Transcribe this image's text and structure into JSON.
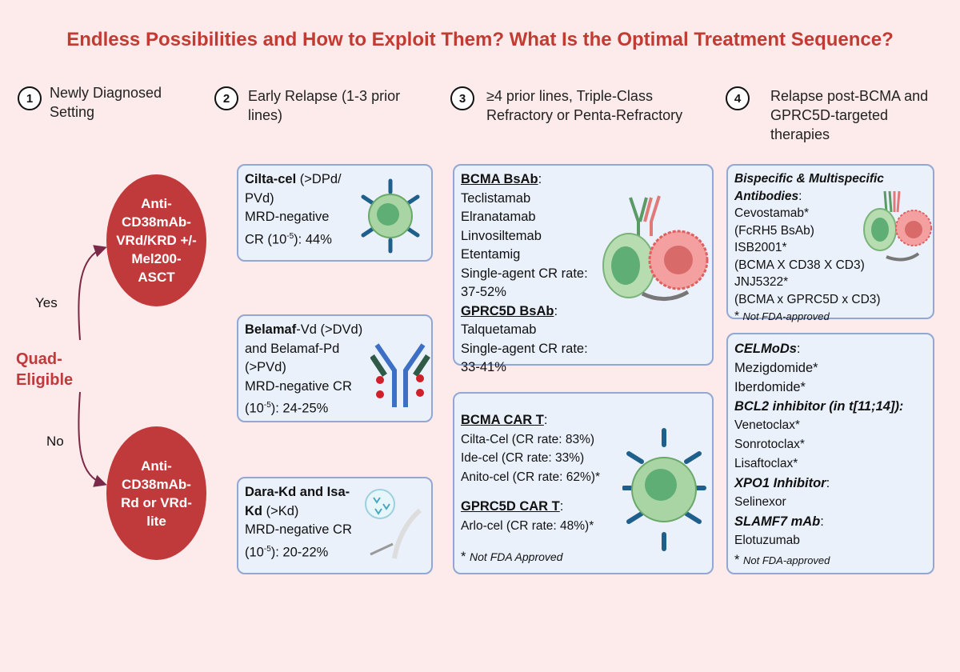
{
  "title": "Endless Possibilities and How to Exploit Them? What Is the Optimal Treatment Sequence?",
  "steps": [
    {
      "num": "1",
      "label": "Newly Diagnosed Setting"
    },
    {
      "num": "2",
      "label": "Early Relapse (1-3 prior lines)"
    },
    {
      "num": "3",
      "label": "≥4 prior lines, Triple-Class Refractory or Penta-Refractory"
    },
    {
      "num": "4",
      "label": "Relapse post-BCMA and GPRC5D-targeted therapies"
    }
  ],
  "decision": {
    "label": "Quad-Eligible",
    "yes": "Yes",
    "no": "No",
    "yes_regimen": "Anti-CD38mAb-VRd/KRD +/- Mel200-ASCT",
    "no_regimen": "Anti-CD38mAb-Rd or VRd-lite"
  },
  "early_relapse": [
    {
      "bold": "Cilta-cel",
      "rest": " (>DPd/ PVd)",
      "line2": "MRD-negative CR (10",
      "sup": "-5",
      "tail": "): 44%"
    },
    {
      "bold": "Belamaf",
      "rest": "-Vd (>DVd) and Belamaf-Pd (>PVd)",
      "line2": "MRD-negative CR (10",
      "sup": "-5",
      "tail": "): 24-25%"
    },
    {
      "bold": "Dara-Kd and Isa-Kd",
      "rest": " (>Kd)",
      "line2": "MRD-negative CR (10",
      "sup": "-5",
      "tail": "): 20-22%"
    }
  ],
  "bsab": {
    "bcma_head": "BCMA BsAb",
    "bcma_items": [
      "Teclistamab",
      "Elranatamab",
      "Linvosiltemab",
      "Etentamig",
      "Single-agent CR rate: 37-52%"
    ],
    "gprc_head": "GPRC5D BsAb",
    "gprc_items": [
      "Talquetamab",
      "Single-agent CR rate: 33-41%"
    ]
  },
  "cart": {
    "bcma_head": "BCMA CAR T",
    "bcma_items": [
      "Cilta-Cel (CR rate: 83%)",
      "Ide-cel (CR rate: 33%)",
      "Anito-cel (CR rate: 62%)*"
    ],
    "gprc_head": "GPRC5D CAR T",
    "gprc_items": [
      "Arlo-cel (CR rate: 48%)*"
    ],
    "note": "Not FDA Approved"
  },
  "multispecific": {
    "head": "Bispecific & Multispecific Antibodies",
    "items": [
      "Cevostamab*",
      "(FcRH5 BsAb)",
      "ISB2001*",
      "(BCMA X CD38 X CD3)",
      "JNJ5322*",
      "(BCMA x GPRC5D x CD3)"
    ],
    "note": "Not FDA-approved"
  },
  "other": {
    "celmods_head": "CELMoDs",
    "celmods": [
      "Mezigdomide*",
      "Iberdomide*"
    ],
    "bcl2_head": "BCL2 inhibitor (in t[11;14]):",
    "bcl2": [
      "Venetoclax*",
      "Sonrotoclax*",
      "Lisaftoclax*"
    ],
    "xpo1_head": "XPO1 Inhibitor",
    "xpo1": [
      "Selinexor"
    ],
    "slamf7_head": "SLAMF7 mAb",
    "slamf7": [
      "Elotuzumab"
    ],
    "note": "Not FDA-approved"
  },
  "colors": {
    "title": "#c23b32",
    "ellipse": "#c0393b",
    "box": "#eaf1fb",
    "border": "#93a7d3",
    "arrow": "#7a2a48"
  }
}
